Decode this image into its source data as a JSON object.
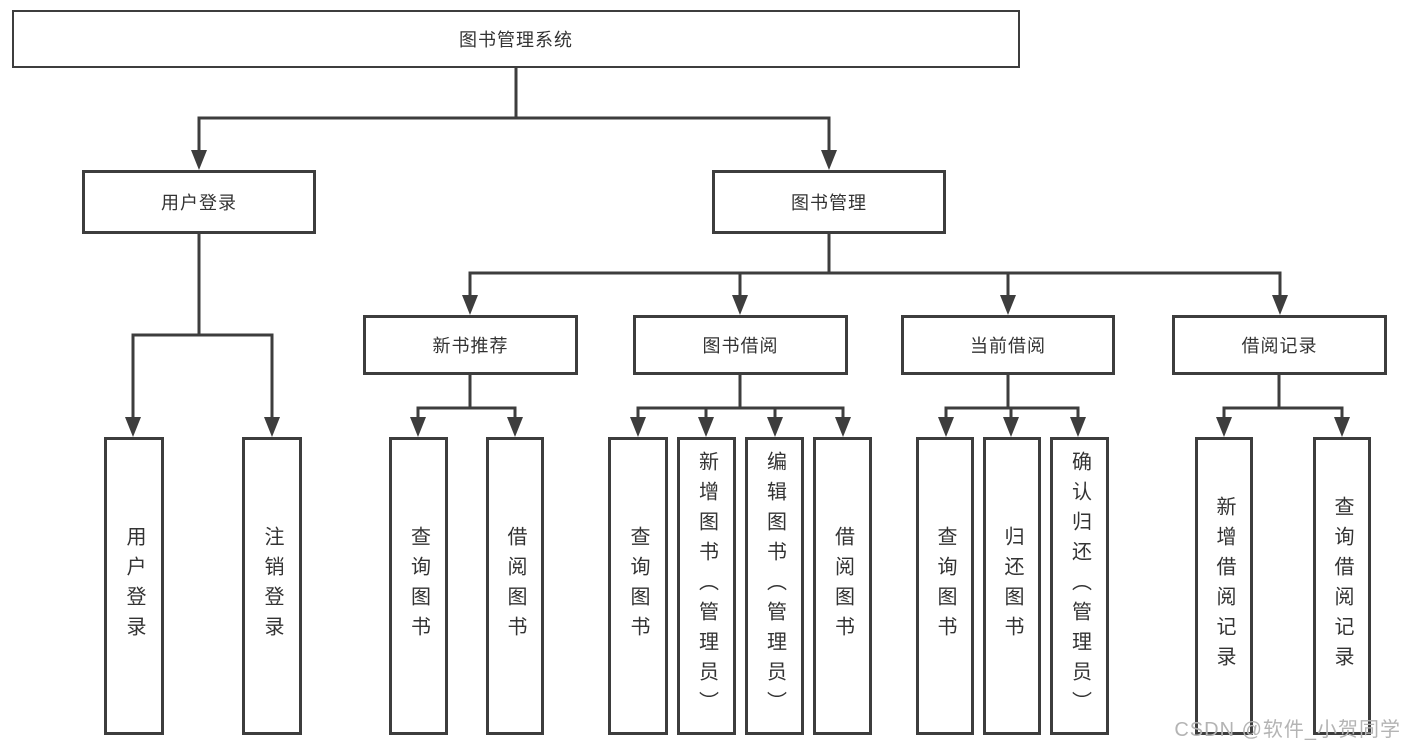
{
  "diagram_title": "图书管理系统",
  "colors": {
    "line": "#3d3d3d",
    "text": "#333333",
    "background": "#ffffff",
    "watermark": "#b4b4b4"
  },
  "nodes": {
    "root": {
      "label": "图书管理系统"
    },
    "level1": [
      {
        "id": "user-login",
        "label": "用户登录"
      },
      {
        "id": "book-management",
        "label": "图书管理"
      }
    ],
    "level2": [
      {
        "id": "new-book-recommend",
        "label": "新书推荐",
        "parent": "book-management"
      },
      {
        "id": "book-borrowing",
        "label": "图书借阅",
        "parent": "book-management"
      },
      {
        "id": "current-borrowing",
        "label": "当前借阅",
        "parent": "book-management"
      },
      {
        "id": "borrowing-records",
        "label": "借阅记录",
        "parent": "book-management"
      }
    ],
    "level3": {
      "user_login_children": [
        {
          "label": "用户登录"
        },
        {
          "label": "注销登录"
        }
      ],
      "new_book_children": [
        {
          "label": "查询图书"
        },
        {
          "label": "借阅图书"
        }
      ],
      "book_borrowing_children": [
        {
          "label": "查询图书"
        },
        {
          "label": "新增图书（管理员）"
        },
        {
          "label": "编辑图书（管理员）"
        },
        {
          "label": "借阅图书"
        }
      ],
      "current_borrowing_children": [
        {
          "label": "查询图书"
        },
        {
          "label": "归还图书"
        },
        {
          "label": "确认归还（管理员）"
        }
      ],
      "borrowing_records_children": [
        {
          "label": "新增借阅记录"
        },
        {
          "label": "查询借阅记录"
        }
      ]
    }
  },
  "watermark": {
    "text": "CSDN @软件_小贺同学"
  }
}
